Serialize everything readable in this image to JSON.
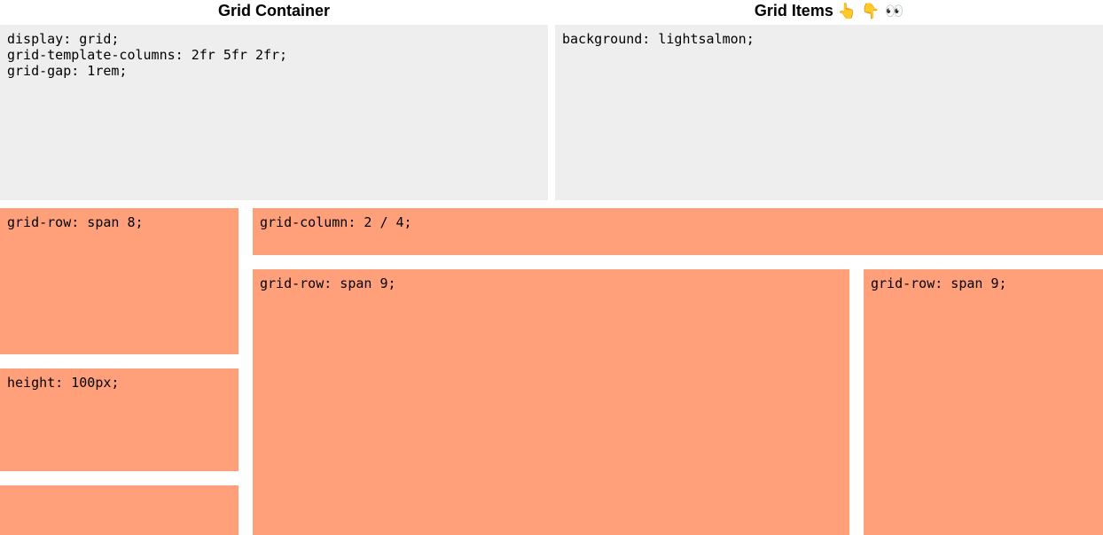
{
  "header": {
    "container_title": "Grid Container",
    "items_title": "Grid Items",
    "items_emoji": "👆 👇  👀"
  },
  "container_code": {
    "lines": [
      "display: grid;",
      "grid-template-columns: 2fr 5fr 2fr;",
      "grid-gap: 1rem;"
    ]
  },
  "items_code": {
    "lines": [
      "background: lightsalmon;"
    ]
  },
  "grid_items": [
    {
      "label": "grid-row: span 8;"
    },
    {
      "label": "height: 100px;"
    },
    {
      "label": ""
    },
    {
      "label": "grid-column: 2 / 4;"
    },
    {
      "label": "grid-row: span 9;"
    },
    {
      "label": "grid-row: span 9;"
    }
  ],
  "colors": {
    "code_background": "#eeeeee",
    "item_background": "#ffa07a"
  }
}
